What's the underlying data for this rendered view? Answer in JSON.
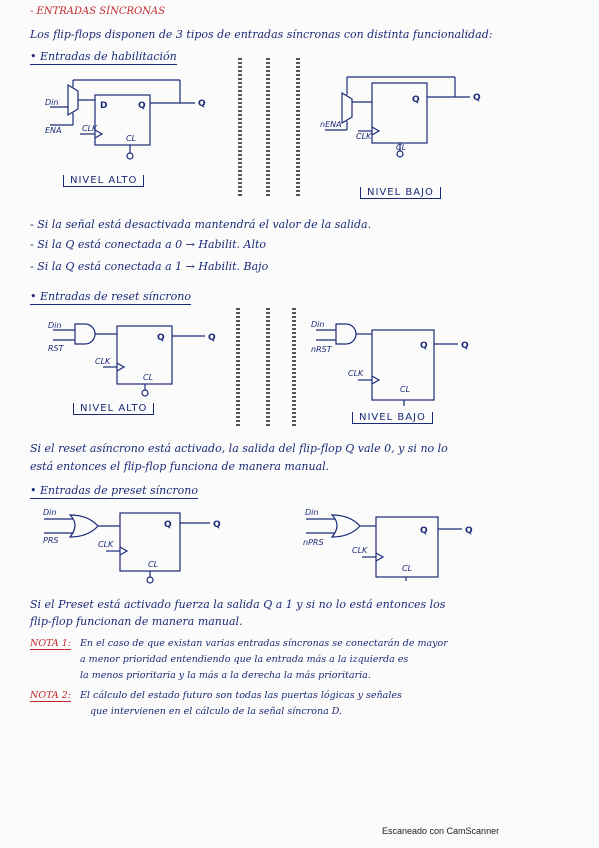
{
  "header": {
    "title": "- ENTRADAS SÍNCRONAS"
  },
  "intro": "Los flip-flops disponen de 3 tipos de entradas síncronas con distinta funcionalidad:",
  "sections": {
    "habilitacion": {
      "title": "• Entradas de habilitación",
      "left_label": "NIVEL ALTO",
      "right_label": "NIVEL BAJO",
      "left_pins": {
        "din": "Din",
        "ena": "ENA",
        "d": "D",
        "q": "Q",
        "clk": "CLK",
        "cl": "CL",
        "out": "Q"
      },
      "right_pins": {
        "ena": "nENA",
        "q": "Q",
        "clk": "CLK",
        "cl": "CL",
        "out": "Q"
      },
      "notes": [
        "- Si la señal está desactivada mantendrá el valor de la salida.",
        "- Si la Q está conectada a 0 → Habilit. Alto",
        "- Si la Q está conectada a 1 → Habilit. Bajo"
      ]
    },
    "reset": {
      "title": "• Entradas de reset síncrono",
      "left_label": "NIVEL ALTO",
      "right_label": "NIVEL BAJO",
      "left_pins": {
        "din": "Din",
        "rst": "RST",
        "q": "Q",
        "clk": "CLK",
        "cl": "CL",
        "out": "Q"
      },
      "right_pins": {
        "din": "Din",
        "rst": "nRST",
        "q": "Q",
        "clk": "CLK",
        "cl": "CL",
        "out": "Q"
      },
      "text_1": "Si el reset asíncrono está activado, la salida del flip-flop Q vale 0, y si no lo",
      "text_2": "está entonces el flip-flop funciona de manera manual."
    },
    "preset": {
      "title": "• Entradas de preset síncrono",
      "left_pins": {
        "din": "Din",
        "prs": "PRS",
        "q": "Q",
        "clk": "CLK",
        "cl": "CL",
        "out": "Q"
      },
      "right_pins": {
        "din": "Din",
        "prs": "nPRS",
        "q": "Q",
        "clk": "CLK",
        "cl": "CL",
        "out": "Q"
      },
      "text_1": "Si el Preset está activado fuerza la salida Q a 1 y si no lo está entonces los",
      "text_2": "flip-flop funcionan de manera manual."
    }
  },
  "notes": {
    "nota1_label": "NOTA 1:",
    "nota1_1": "En el caso de que existan varias entradas síncronas se conectarán de mayor",
    "nota1_2": "a menor prioridad entendiendo que la entrada más a la izquierda es",
    "nota1_3": "la menos prioritaria y la más a la derecha la más prioritaria.",
    "nota2_label": "NOTA 2:",
    "nota2_1": "El cálculo del estado futuro son todas las puertas lógicas y señales",
    "nota2_2": "que intervienen en el cálculo de la señal síncrona D."
  },
  "footer": "Escaneado con CamScanner"
}
